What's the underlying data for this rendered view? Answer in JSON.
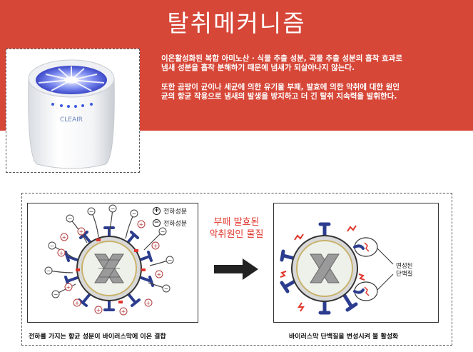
{
  "header": {
    "title": "탈취메커니즘"
  },
  "product": {
    "brand_text": "CLEAIR"
  },
  "description": {
    "paragraph1_line1": "이온활성화된 복합 아미노산 · 식물 추출 성분, 곡물 추출 성분의 흡착 효과로",
    "paragraph1_line2": "냄새 성분을 흡착 분해하기 때문에 냄새가 되살아나지 않는다.",
    "paragraph2_line1": "또한 곰팡이 균이나 세균에 의한 유기물 부패, 발효에 의한 악취에 대한 원인",
    "paragraph2_line2": "균의 항균 작용으로 냄새의 발생을 방지하고 더 긴 탈취 지속력을 발휘한다."
  },
  "diagram": {
    "legend_plus": "전하성분",
    "legend_minus": "전하성분",
    "plus_symbol": "+",
    "minus_symbol": "−",
    "middle_label_line1": "부패 발효된",
    "middle_label_line2": "악취원인 물질",
    "denatured_line1": "변성된",
    "denatured_line2": "단백질",
    "caption_left": "전하를 가지는 항균 성분이 바이러스막에 이온 결합",
    "caption_right": "바이러스막 단백질을 변성시켜 불 활성화"
  },
  "colors": {
    "band": "#d64738",
    "accent_red": "#e0352b",
    "virus_blue": "#2c3d8f"
  }
}
